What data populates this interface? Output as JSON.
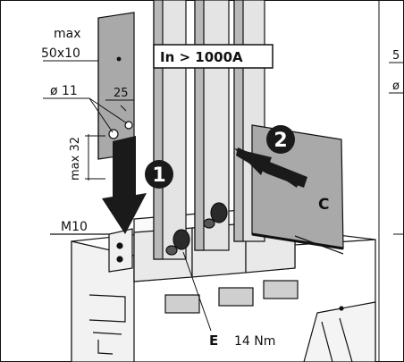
{
  "labels": {
    "busbar_max_line1": "max",
    "busbar_max_line2": "50x10",
    "hole_diameter": "ø 11",
    "hole_offset": "25",
    "height_max": "max 32",
    "bolt_size": "M10",
    "current_rating": "In > 1000A",
    "step_1": "1",
    "step_2": "2",
    "part_c": "C",
    "part_e": "E",
    "torque": "14 Nm",
    "edge_dim": "5",
    "edge_dia": "ø"
  },
  "colors": {
    "line": "#111111",
    "busbar_front": "#b9b9b9",
    "busbar_light": "#e4e4e4",
    "busbar_dark": "#8f8f8f",
    "plate": "#a9a9a9",
    "arrow": "#1a1a1a"
  }
}
